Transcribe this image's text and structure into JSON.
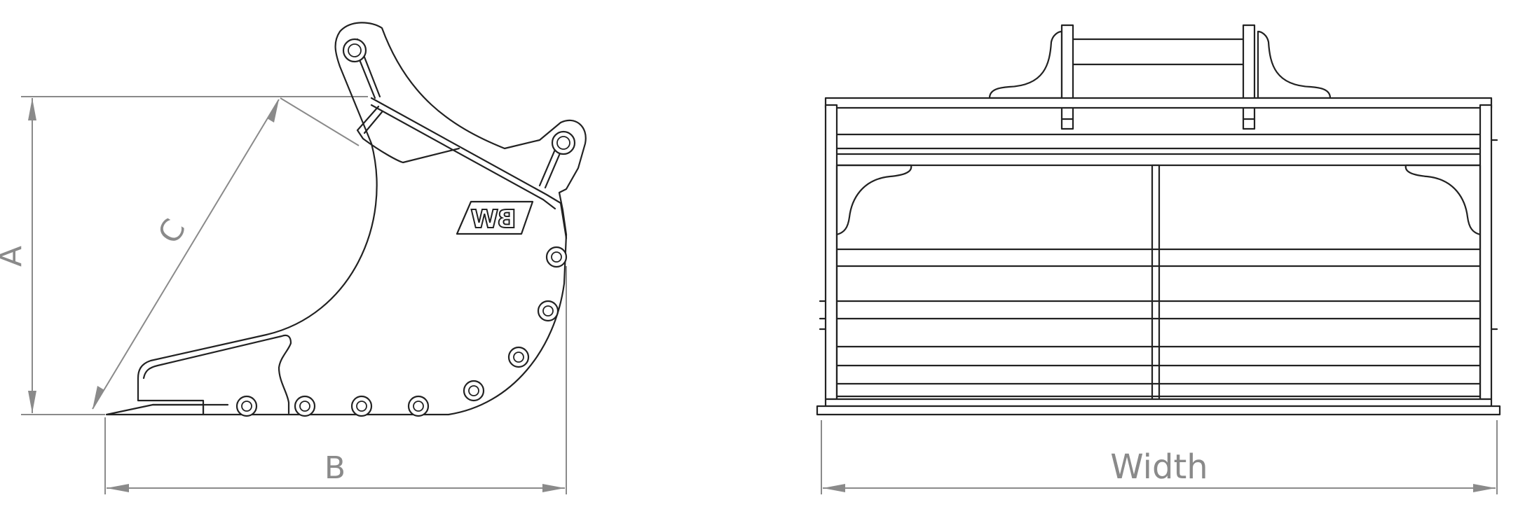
{
  "side_view": {
    "dimension_labels": {
      "a": "A",
      "b": "B",
      "c": "C"
    },
    "logo_text": "BW"
  },
  "front_view": {
    "dimension_labels": {
      "width": "Width"
    }
  },
  "colors": {
    "dimension": "#8a8a8a",
    "line": "#222222",
    "background": "#ffffff"
  }
}
